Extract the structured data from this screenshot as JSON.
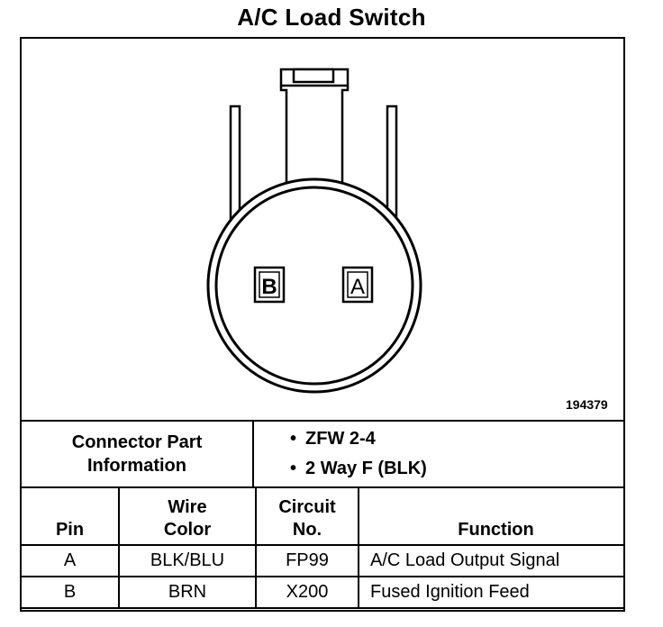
{
  "title": "A/C Load Switch",
  "diagram": {
    "pin_labels": [
      "B",
      "A"
    ],
    "part_number": "194379"
  },
  "connector_info": {
    "label_line1": "Connector Part",
    "label_line2": "Information",
    "items": [
      "ZFW 2-4",
      "2 Way F (BLK)"
    ]
  },
  "pin_table": {
    "headers": {
      "pin": "Pin",
      "wire_line1": "Wire",
      "wire_line2": "Color",
      "circuit_line1": "Circuit",
      "circuit_line2": "No.",
      "function": "Function"
    },
    "rows": [
      {
        "pin": "A",
        "wire_color": "BLK/BLU",
        "circuit": "FP99",
        "function": "A/C Load Output Signal"
      },
      {
        "pin": "B",
        "wire_color": "BRN",
        "circuit": "X200",
        "function": "Fused Ignition Feed"
      }
    ]
  }
}
